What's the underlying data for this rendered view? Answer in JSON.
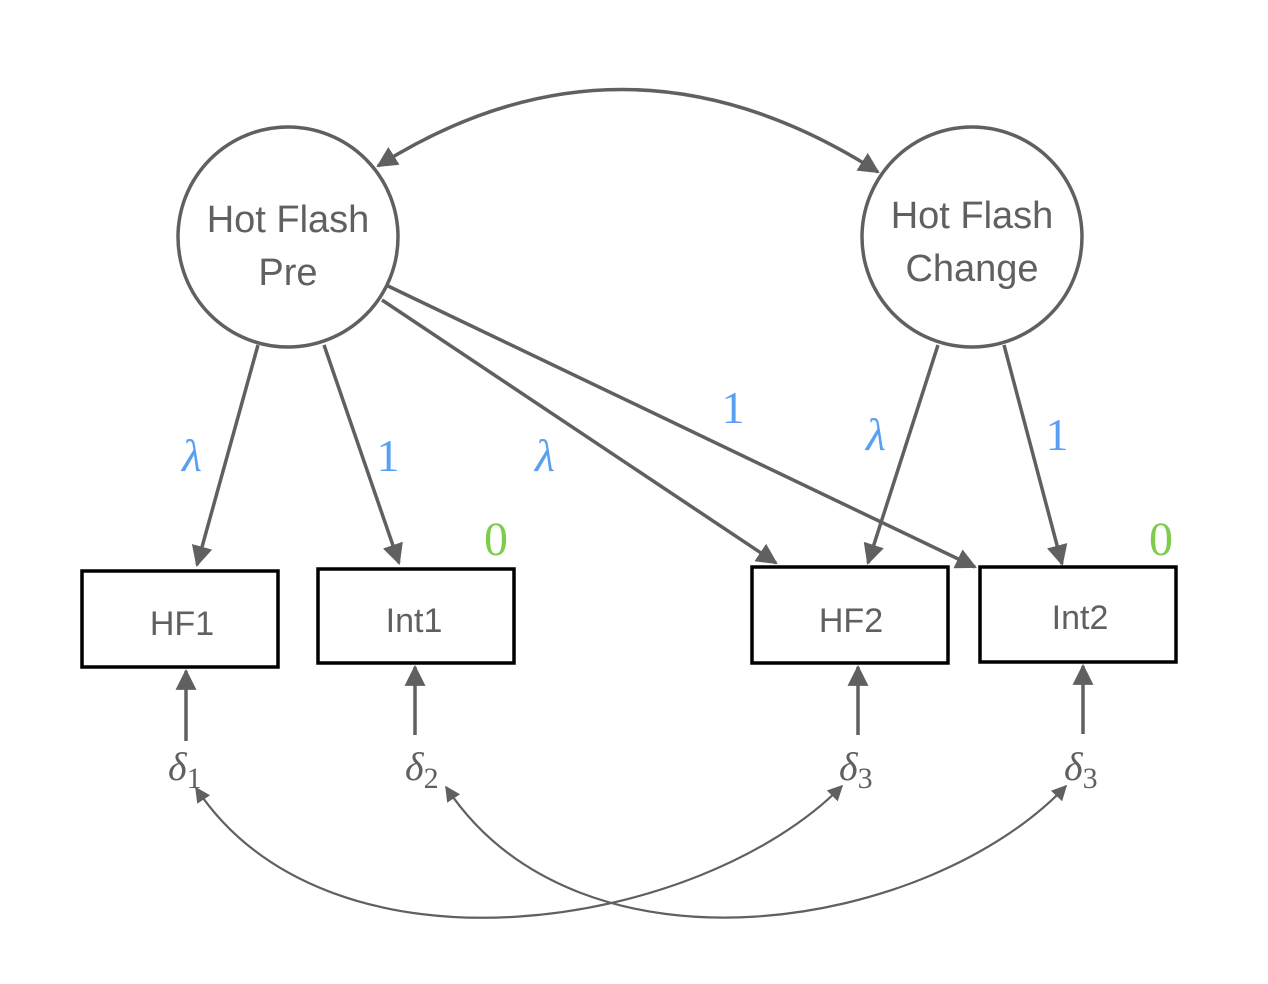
{
  "diagram": {
    "type": "structural-equation-model",
    "latents": [
      {
        "id": "hfpre",
        "lines": [
          "Hot Flash",
          "Pre"
        ]
      },
      {
        "id": "hfchange",
        "lines": [
          "Hot Flash",
          "Change"
        ]
      }
    ],
    "observed": [
      {
        "id": "hf1",
        "label": "HF1"
      },
      {
        "id": "int1",
        "label": "Int1"
      },
      {
        "id": "hf2",
        "label": "HF2"
      },
      {
        "id": "int2",
        "label": "Int2"
      }
    ],
    "loadings": [
      {
        "from": "hfpre",
        "to": "hf1",
        "label": "λ"
      },
      {
        "from": "hfpre",
        "to": "int1",
        "label": "1"
      },
      {
        "from": "hfpre",
        "to": "hf2",
        "label": "λ"
      },
      {
        "from": "hfpre",
        "to": "int2",
        "label": "1"
      },
      {
        "from": "hfchange",
        "to": "hf2",
        "label": "λ"
      },
      {
        "from": "hfchange",
        "to": "int2",
        "label": "1"
      }
    ],
    "intercepts": [
      {
        "observed": "int1",
        "label": "0"
      },
      {
        "observed": "int2",
        "label": "0"
      }
    ],
    "errors": [
      {
        "observed": "hf1",
        "symbol": "δ",
        "sub": "1"
      },
      {
        "observed": "int1",
        "symbol": "δ",
        "sub": "2"
      },
      {
        "observed": "hf2",
        "symbol": "δ",
        "sub": "3"
      },
      {
        "observed": "int2",
        "symbol": "δ",
        "sub": "3"
      }
    ],
    "covariances": [
      {
        "between": [
          "hfpre",
          "hfchange"
        ]
      },
      {
        "between": [
          "δ1",
          "δ3 (HF2)"
        ]
      },
      {
        "between": [
          "δ2",
          "δ3 (Int2)"
        ]
      }
    ],
    "colors": {
      "line": "#606060",
      "box_border": "#000000",
      "loading_label": "#5aa0f2",
      "intercept_label": "#7dcc4a",
      "text": "#606060"
    }
  }
}
